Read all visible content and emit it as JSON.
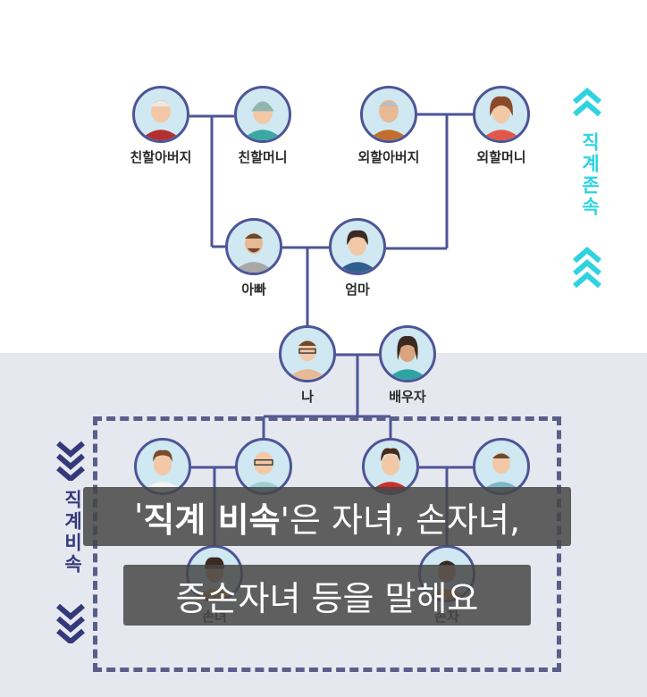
{
  "ancestors_label": "직계존속",
  "descendants_label": "직계비속",
  "people": {
    "paternal_grandfather": "친할아버지",
    "paternal_grandmother": "친할머니",
    "maternal_grandfather": "외할아버지",
    "maternal_grandmother": "외할머니",
    "father": "아빠",
    "mother": "엄마",
    "me": "나",
    "spouse": "배우자",
    "granddaughter": "손녀",
    "grandson": "손자"
  },
  "caption": {
    "line1_quote_open": "'",
    "line1_highlight": "직계 비속",
    "line1_rest": "'은 자녀, 손자녀,",
    "line2": "증손자녀 등을 말해요"
  },
  "colors": {
    "line": "#4d5596",
    "ancestor_chevron": "#2fd3e0",
    "descendant_chevron": "#34397a",
    "lower_background": "#e6e8f0",
    "caption_background": "#464646"
  }
}
